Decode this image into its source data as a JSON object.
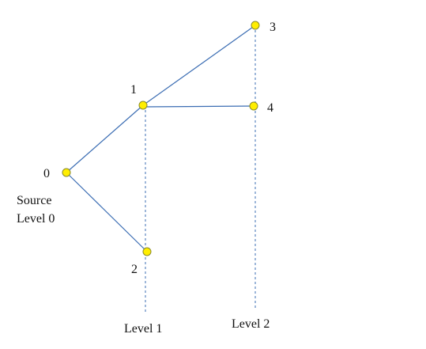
{
  "graph": {
    "nodes": [
      {
        "id": "0",
        "label": "0"
      },
      {
        "id": "1",
        "label": "1"
      },
      {
        "id": "2",
        "label": "2"
      },
      {
        "id": "3",
        "label": "3"
      },
      {
        "id": "4",
        "label": "4"
      }
    ],
    "edges": [
      {
        "from": "0",
        "to": "1"
      },
      {
        "from": "0",
        "to": "2"
      },
      {
        "from": "1",
        "to": "3"
      },
      {
        "from": "1",
        "to": "4"
      }
    ]
  },
  "annotations": {
    "source_line1": "Source",
    "source_line2": "Level 0",
    "level1": "Level 1",
    "level2": "Level 2"
  },
  "colors": {
    "edge": "#3b6db3",
    "level_line": "#3b6db3",
    "node_fill": "#ffee00",
    "node_stroke": "#8a8a2a"
  }
}
